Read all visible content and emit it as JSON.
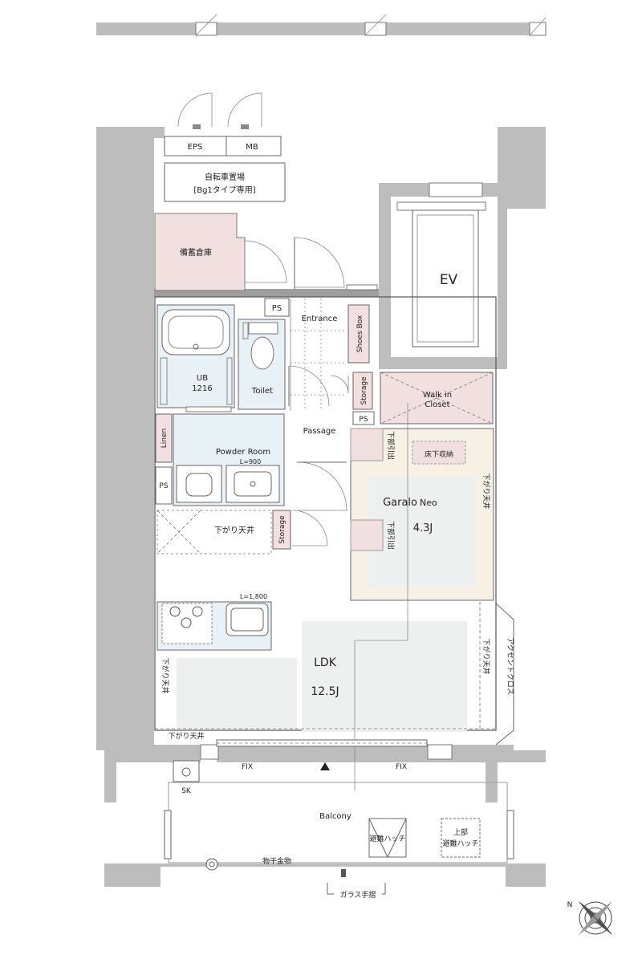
{
  "rooms": {
    "eps": "EPS",
    "mb": "MB",
    "bicycle_line1": "自転車置場",
    "bicycle_line2": "[Bg1タイプ専用]",
    "storehouse": "備蓄倉庫",
    "ev": "EV",
    "ps": "PS",
    "entrance": "Entrance",
    "shoes_box": "Shoes Box",
    "ub_line1": "UB",
    "ub_line2": "1216",
    "toilet": "Toilet",
    "storage": "Storage",
    "walkin_line1": "Walk in",
    "walkin_line2": "Closet",
    "linen": "Linen",
    "powder_room": "Powder Room",
    "vanity_width": "L=900",
    "passage": "Passage",
    "underfloor": "床下収納",
    "garalo_name": "Garalo",
    "garalo_suffix": "Neo",
    "garalo_size": "4.3J",
    "lowered_ceiling": "下がり天井",
    "lowered_beam": "下部引出",
    "kitchen_width": "L=1,800",
    "ldk_name": "LDK",
    "ldk_size": "12.5J",
    "accent_cloth": "アクセントクロス",
    "fix_left": "FIX",
    "fix_right": "FIX",
    "sk": "SK",
    "balcony": "Balcony",
    "escape_hatch": "避難ハッチ",
    "upper_hatch_line1": "上部",
    "upper_hatch_line2": "避難ハッチ",
    "drying_rack": "物干金物",
    "glass_rail": "ガラス手摺"
  },
  "compass": {
    "label": "N"
  },
  "colors": {
    "wall": "#bdbdbd",
    "storage_pink": "#f2dfe0",
    "bath_blue": "#e8f1f6",
    "garalo_beige": "#f6f1e4",
    "floor_gray": "#eeefef"
  }
}
